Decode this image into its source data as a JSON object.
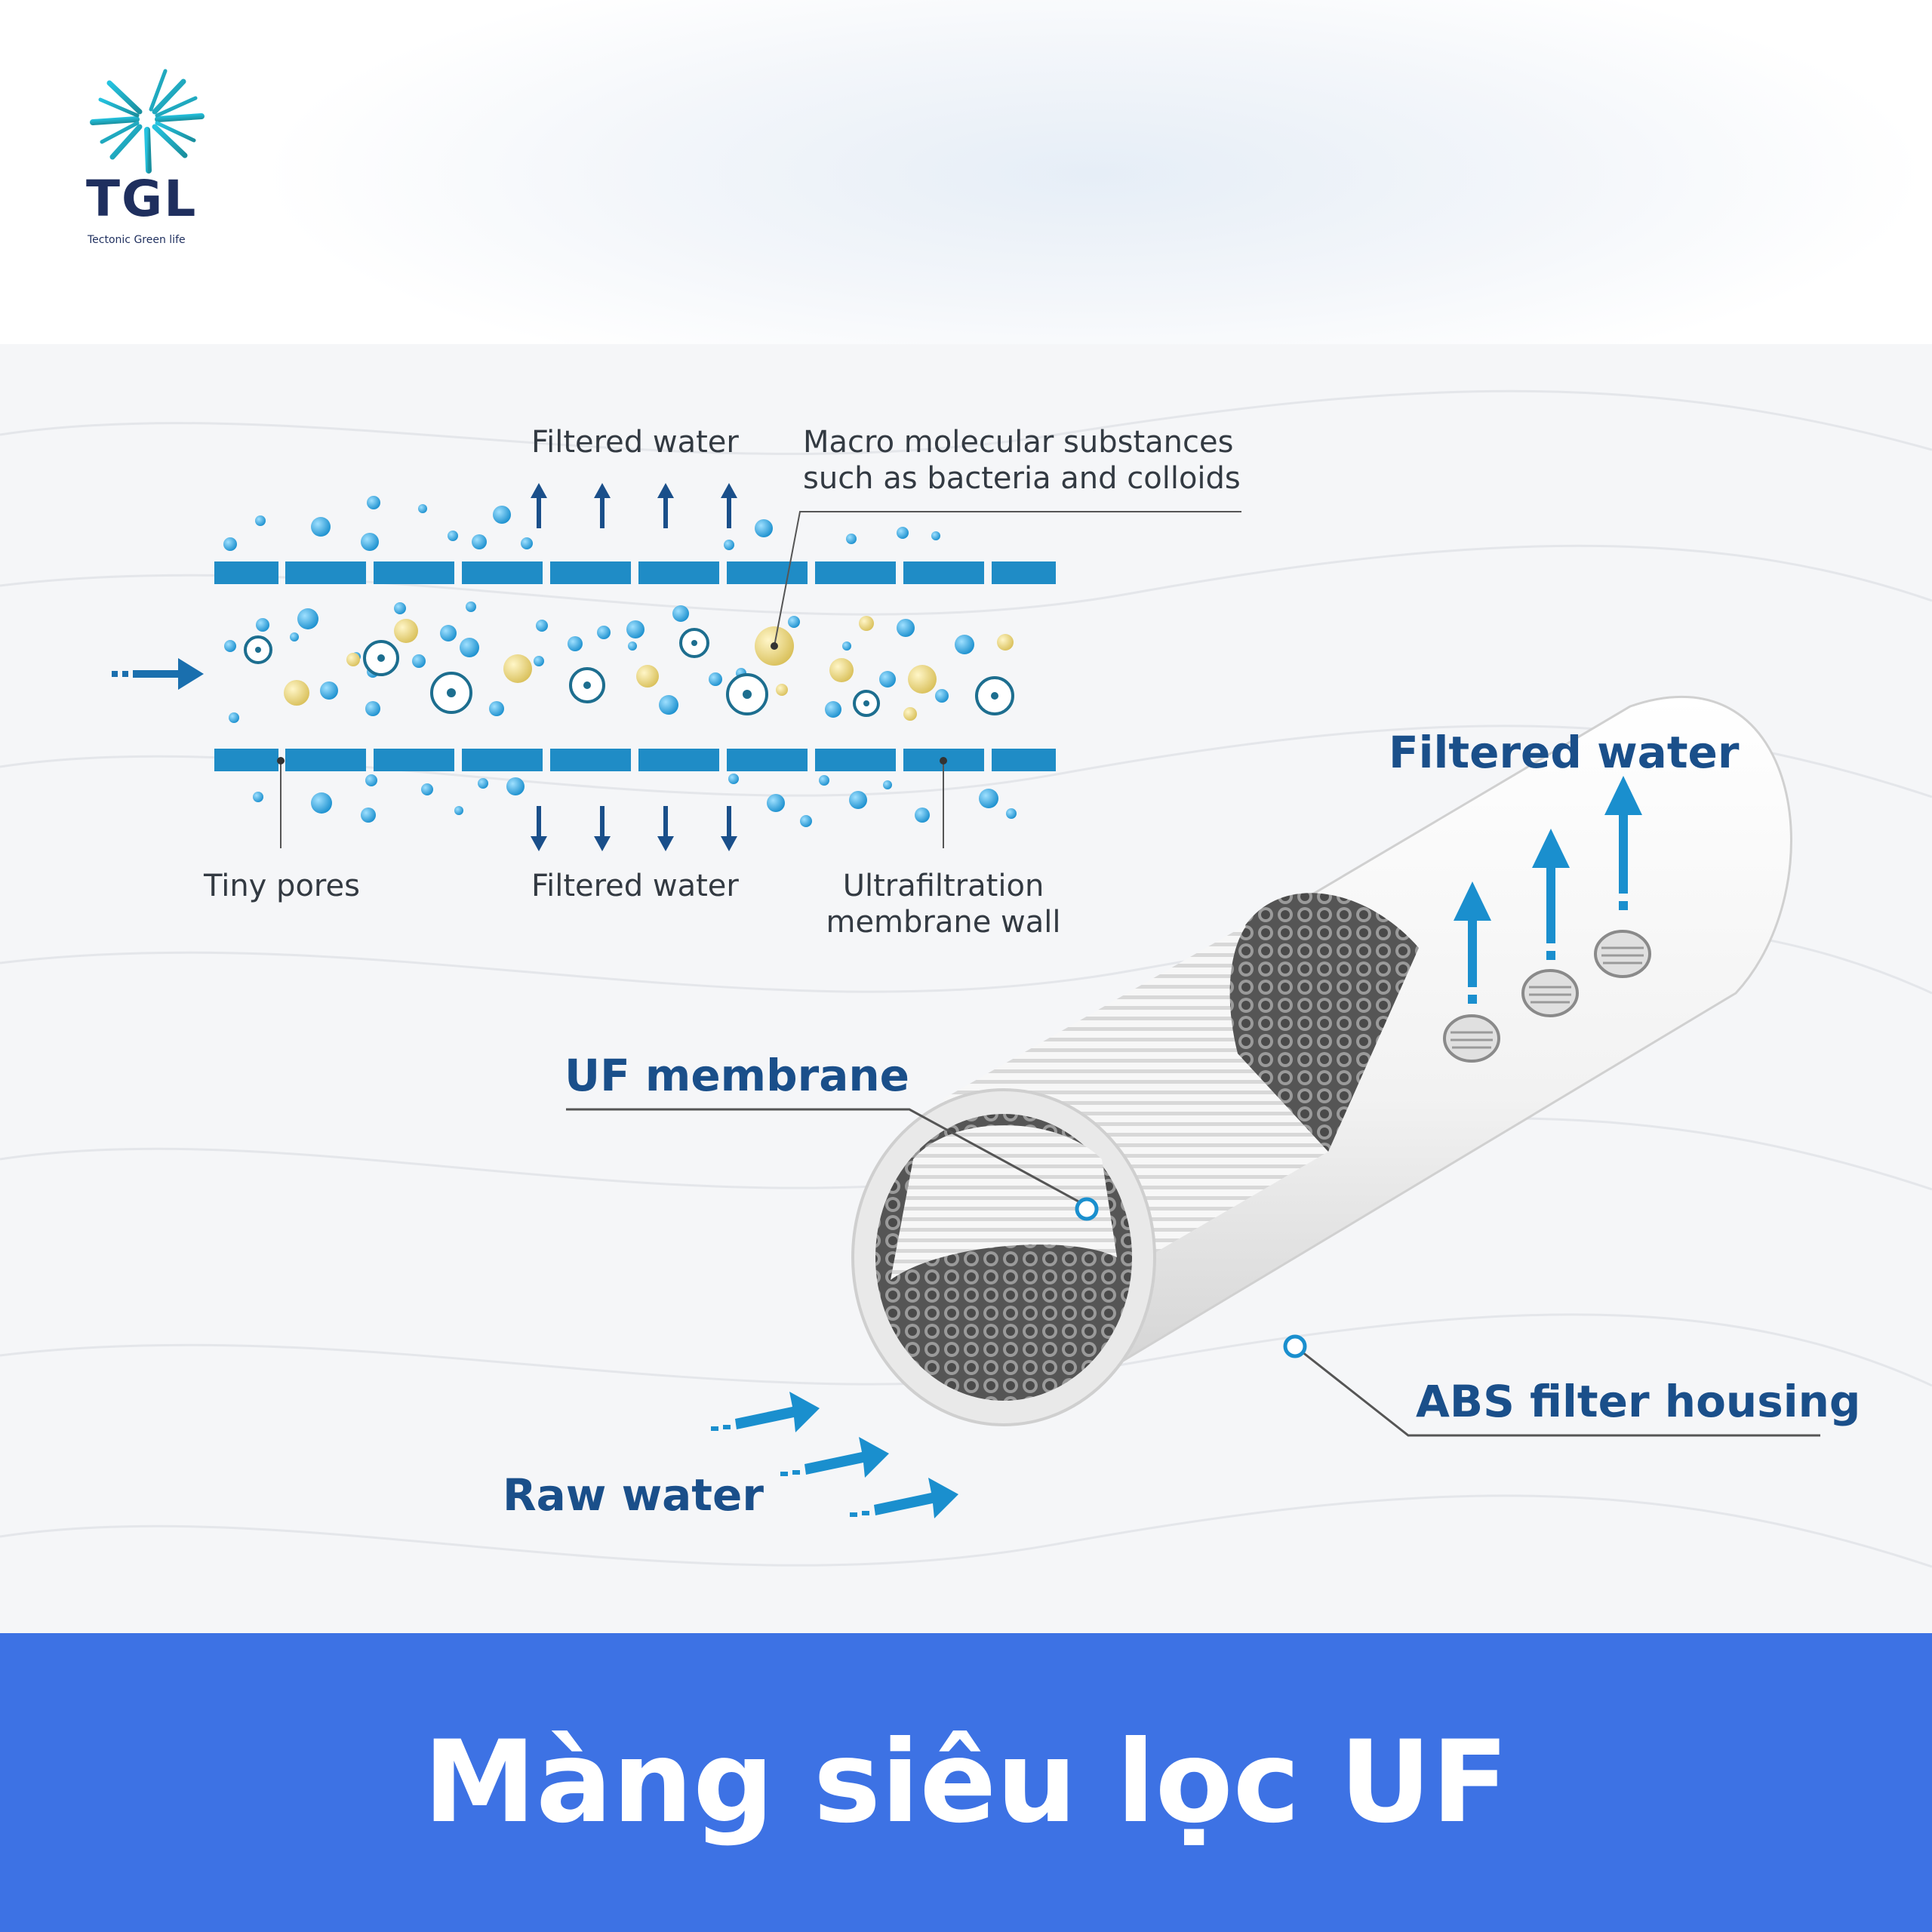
{
  "logo": {
    "wordmark": "TGL",
    "tagline": "Tectonic Green life"
  },
  "flow_diagram": {
    "filtered_water_top": "Filtered water",
    "macro_line1": "Macro molecular substances",
    "macro_line2": "such as bacteria and colloids",
    "tiny_pores": "Tiny pores",
    "filtered_water_bottom": "Filtered water",
    "wall_line1": "Ultrafiltration",
    "wall_line2": "membrane wall"
  },
  "cartridge": {
    "filtered_water": "Filtered water",
    "uf_membrane": "UF membrane",
    "abs_housing": "ABS filter housing",
    "raw_water": "Raw water"
  },
  "colors": {
    "accent_blue": "#1a8fce",
    "footer_blue": "#3d72e4",
    "label_navy": "#1a4f8a"
  },
  "footer": {
    "title": "Màng siêu lọc UF"
  }
}
